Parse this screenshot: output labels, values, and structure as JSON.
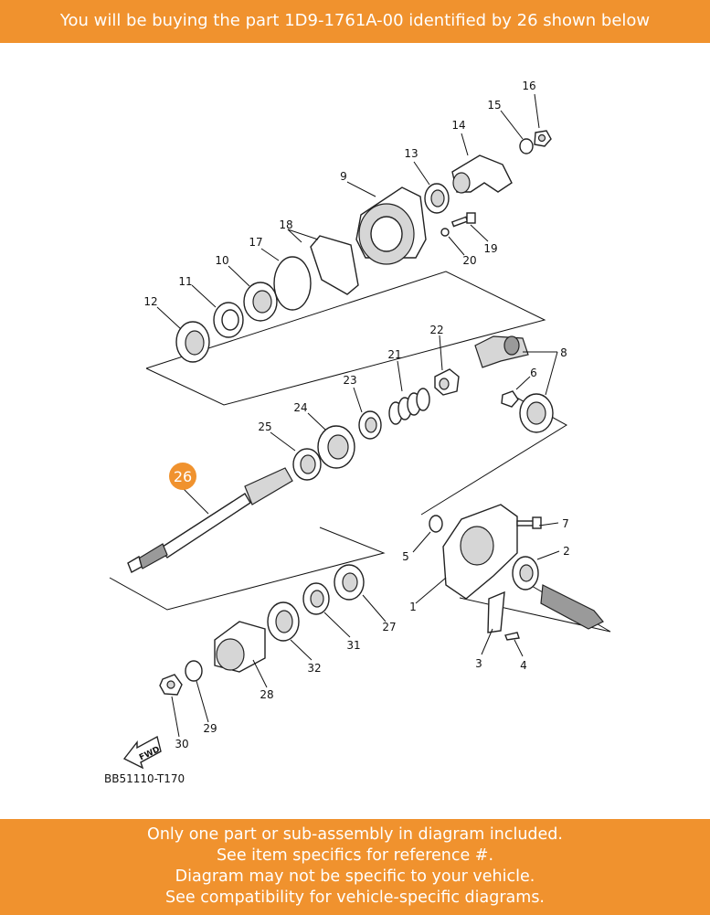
{
  "header": {
    "text": "You will be buying the part 1D9-1761A-00 identified by 26 shown below"
  },
  "footer": {
    "lines": [
      "Only one part or sub-assembly in diagram included.",
      "See item specifics for reference #.",
      "Diagram may not be specific to your vehicle.",
      "See compatibility for vehicle-specific diagrams."
    ]
  },
  "diagram": {
    "highlight_color": "#f0922e",
    "banner_color": "#f0922e",
    "selected_ref": "26",
    "fwd_label": "FWD",
    "code": "BB51110-T170",
    "refs": [
      "1",
      "2",
      "3",
      "4",
      "5",
      "6",
      "7",
      "8",
      "9",
      "10",
      "11",
      "12",
      "13",
      "14",
      "15",
      "16",
      "17",
      "18",
      "19",
      "20",
      "21",
      "22",
      "23",
      "24",
      "25",
      "27",
      "28",
      "29",
      "30",
      "31",
      "32"
    ]
  }
}
